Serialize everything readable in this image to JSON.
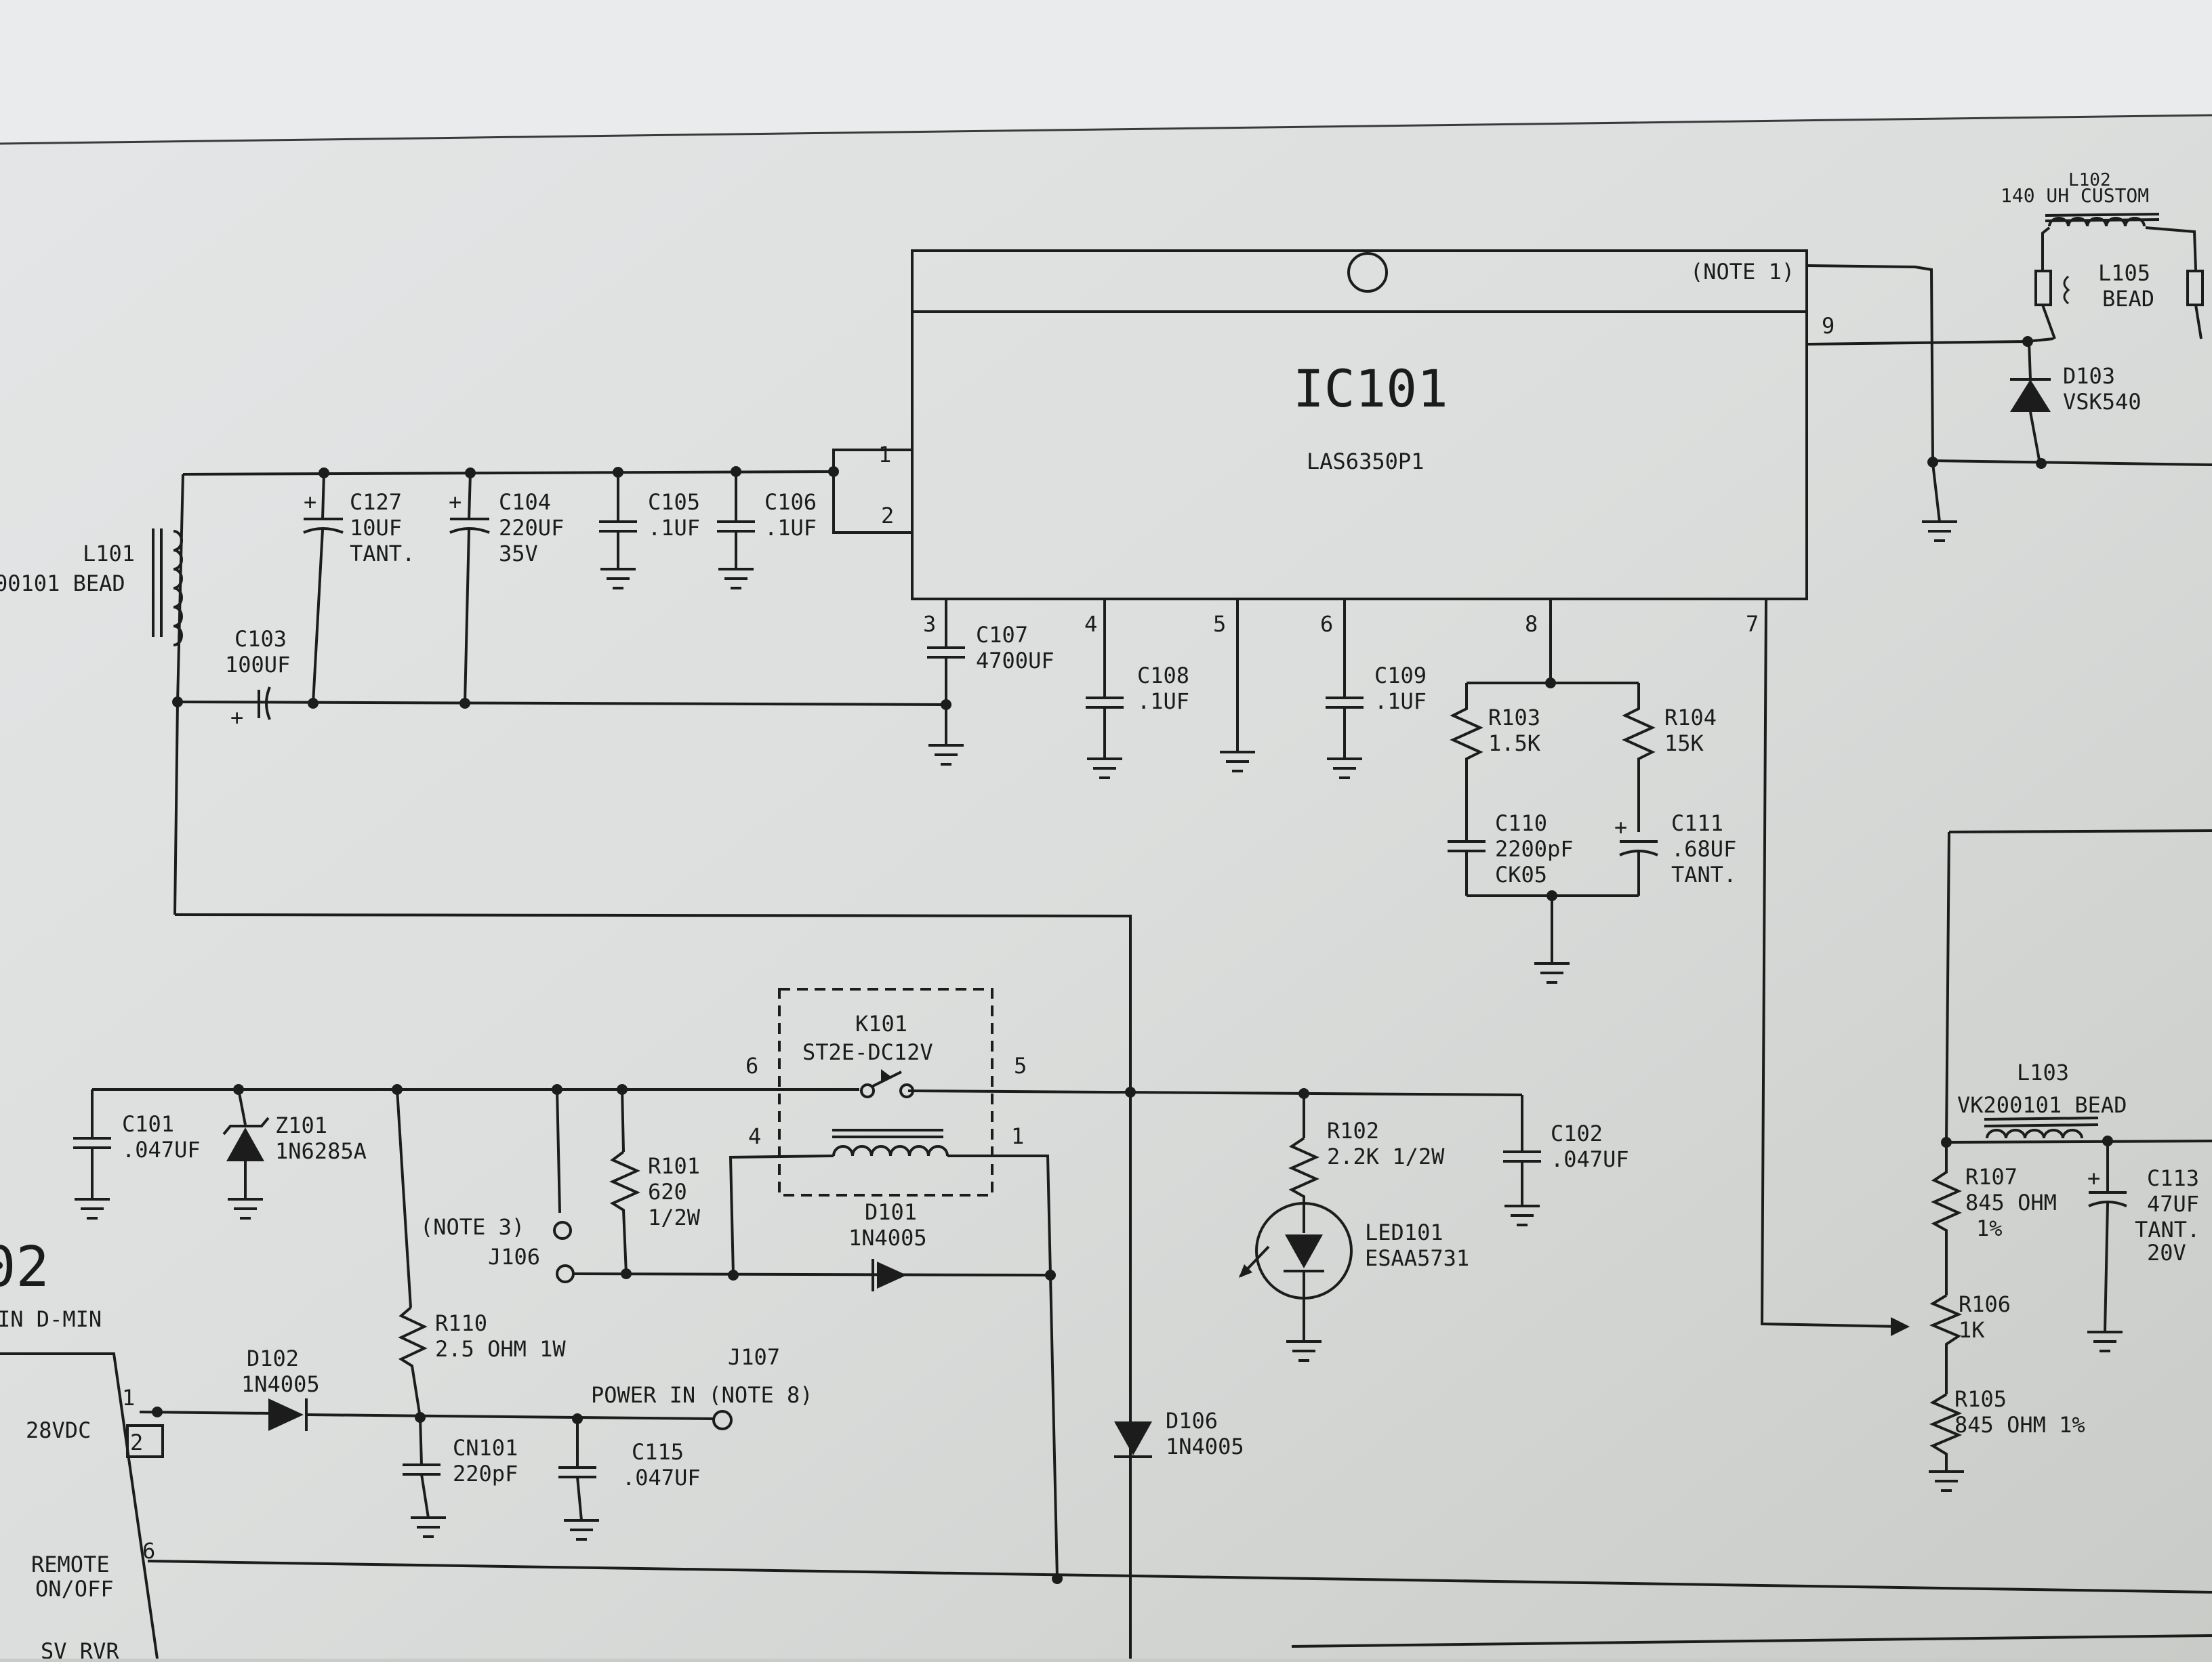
{
  "ic101": {
    "ref": "IC101",
    "part": "LAS6350P1",
    "note": "(NOTE 1)",
    "pins": {
      "p1": "1",
      "p2": "2",
      "p3": "3",
      "p4": "4",
      "p5": "5",
      "p6": "6",
      "p7": "7",
      "p8": "8",
      "p9": "9"
    }
  },
  "l101": {
    "ref": "L101",
    "value": "00101 BEAD"
  },
  "l102": {
    "ref": "L102",
    "value": "140 UH CUSTOM"
  },
  "l105": {
    "ref": "L105",
    "value": "BEAD"
  },
  "d103": {
    "ref": "D103",
    "value": "VSK540"
  },
  "c127": {
    "ref": "C127",
    "v1": "10UF",
    "v2": "TANT."
  },
  "c104": {
    "ref": "C104",
    "v1": "220UF",
    "v2": "35V"
  },
  "c105": {
    "ref": "C105",
    "v1": ".1UF"
  },
  "c106": {
    "ref": "C106",
    "v1": ".1UF"
  },
  "c103": {
    "ref": "C103",
    "v1": "100UF"
  },
  "c107": {
    "ref": "C107",
    "v1": "4700UF"
  },
  "c108": {
    "ref": "C108",
    "v1": ".1UF"
  },
  "c109": {
    "ref": "C109",
    "v1": ".1UF"
  },
  "r103": {
    "ref": "R103",
    "v1": "1.5K"
  },
  "r104": {
    "ref": "R104",
    "v1": "15K"
  },
  "c110": {
    "ref": "C110",
    "v1": "2200pF",
    "v2": "CK05"
  },
  "c111": {
    "ref": "C111",
    "v1": ".68UF",
    "v2": "TANT."
  },
  "k101": {
    "ref": "K101",
    "value": "ST2E-DC12V",
    "pin6": "6",
    "pin5": "5",
    "pin4": "4",
    "pin1": "1"
  },
  "c101": {
    "ref": "C101",
    "v1": ".047UF"
  },
  "z101": {
    "ref": "Z101",
    "v1": "1N6285A"
  },
  "r101": {
    "ref": "R101",
    "v1": "620",
    "v2": "1/2W"
  },
  "note3": "(NOTE 3)",
  "j106": "J106",
  "d101": {
    "ref": "D101",
    "v1": "1N4005"
  },
  "r102": {
    "ref": "R102",
    "v1": "2.2K 1/2W"
  },
  "c102": {
    "ref": "C102",
    "v1": ".047UF"
  },
  "led101": {
    "ref": "LED101",
    "v1": "ESAA5731"
  },
  "conn": {
    "ref": "02",
    "name": "IN D-MIN",
    "pin1": "1",
    "pin2": "2",
    "pin6": "6",
    "label28": "28VDC",
    "remote1": "REMOTE",
    "remote2": "ON/OFF",
    "cut": "SV RVR"
  },
  "d102": {
    "ref": "D102",
    "v1": "1N4005"
  },
  "r110": {
    "ref": "R110",
    "v1": "2.5 OHM 1W"
  },
  "j107": {
    "ref": "J107",
    "label": "POWER IN (NOTE 8)"
  },
  "cn101": {
    "ref": "CN101",
    "v1": "220pF"
  },
  "c115": {
    "ref": "C115",
    "v1": ".047UF"
  },
  "d106": {
    "ref": "D106",
    "v1": "1N4005"
  },
  "l103": {
    "ref": "L103",
    "value": "VK200101 BEAD"
  },
  "r107": {
    "ref": "R107",
    "v1": "845 OHM",
    "v2": "1%"
  },
  "c113": {
    "ref": "C113",
    "v1": "47UF",
    "v2": "TANT.",
    "v3": "20V"
  },
  "r106": {
    "ref": "R106",
    "v1": "1K"
  },
  "r105": {
    "ref": "R105",
    "v1": "845 OHM 1%"
  }
}
